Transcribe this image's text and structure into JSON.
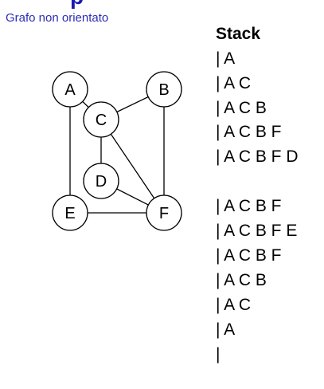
{
  "header": {
    "title_fragment": "p",
    "subtitle": "Grafo non orientato"
  },
  "graph": {
    "nodes": [
      {
        "id": "A",
        "label": "A"
      },
      {
        "id": "B",
        "label": "B"
      },
      {
        "id": "C",
        "label": "C"
      },
      {
        "id": "D",
        "label": "D"
      },
      {
        "id": "E",
        "label": "E"
      },
      {
        "id": "F",
        "label": "F"
      }
    ],
    "edges": [
      [
        "A",
        "C"
      ],
      [
        "A",
        "E"
      ],
      [
        "C",
        "B"
      ],
      [
        "B",
        "F"
      ],
      [
        "C",
        "D"
      ],
      [
        "C",
        "F"
      ],
      [
        "D",
        "F"
      ],
      [
        "E",
        "F"
      ]
    ],
    "stroke_color": "#000000"
  },
  "stack": {
    "title": "Stack",
    "lines": [
      "| A",
      "| A C",
      "| A C B",
      "| A C B F",
      "| A C B F D",
      "| A C B F",
      "| A C B F E",
      "| A C B F",
      "| A C B",
      "| A C",
      "| A",
      "|"
    ]
  }
}
